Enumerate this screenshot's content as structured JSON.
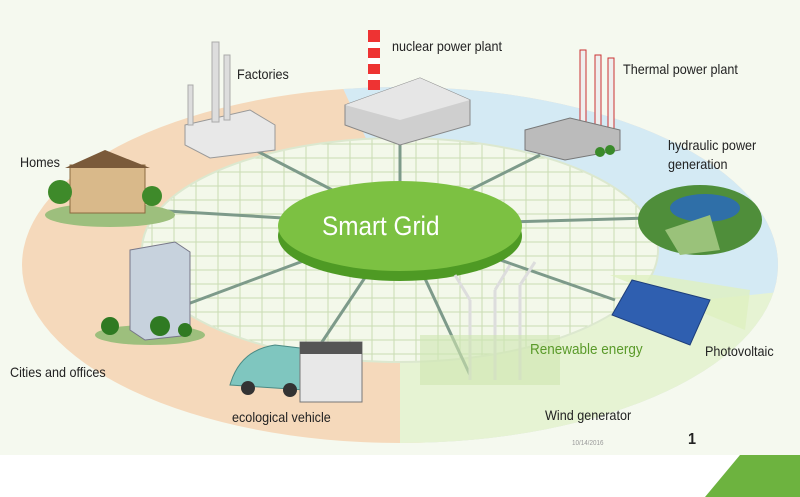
{
  "diagram": {
    "center_label": "Smart Grid",
    "nodes": [
      {
        "id": "factories",
        "label": "Factories"
      },
      {
        "id": "nuclear",
        "label": "nuclear power plant"
      },
      {
        "id": "thermal",
        "label": "Thermal power plant"
      },
      {
        "id": "hydraulic",
        "label": "hydraulic power generation",
        "line1": "hydraulic power",
        "line2": "generation"
      },
      {
        "id": "homes",
        "label": "Homes"
      },
      {
        "id": "cities",
        "label": "Cities and offices"
      },
      {
        "id": "vehicle",
        "label": "ecological vehicle"
      },
      {
        "id": "renewable",
        "label": "Renewable energy"
      },
      {
        "id": "photovoltaic",
        "label": "Photovoltaic"
      },
      {
        "id": "wind",
        "label": "Wind generator"
      }
    ]
  },
  "slide": {
    "date": "10/14/2016",
    "page_number": "1"
  },
  "colors": {
    "accent_green": "#6db33f",
    "peach": "#f5d9bb",
    "blue": "#d4eaf4",
    "light_green": "#e6f3d3"
  }
}
